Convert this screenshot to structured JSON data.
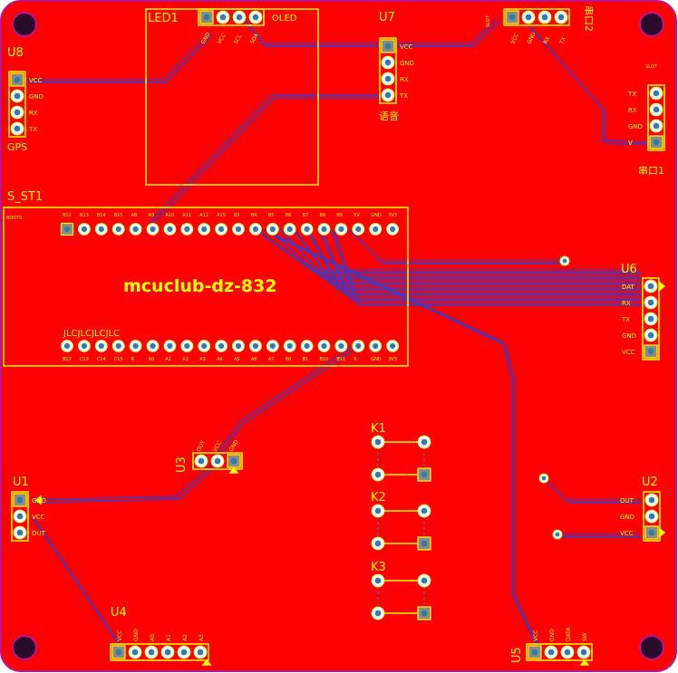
{
  "board": {
    "label": "mcuclub-dz-832",
    "silk_text": "JLCJLCJLCJLC",
    "colors": {
      "board_fill": "#ff0000",
      "board_outline": "#bb1590",
      "silkscreen": "#ffff00",
      "trace": "#3a3ac8",
      "pad_copper": "#ffffff",
      "pad_hole": "#2e7ea6",
      "mount_hole": "#2a0a2a"
    }
  },
  "components": {
    "led1": {
      "designator": "LED1",
      "title": "OLED",
      "pins": [
        "GND",
        "VCC",
        "SCL",
        "SDA"
      ]
    },
    "u7": {
      "designator": "U7",
      "name": "语音",
      "pins": [
        "VCC",
        "GND",
        "RX",
        "TX"
      ]
    },
    "u_serial2": {
      "name": "串口2",
      "mark": "SLOT",
      "pins": [
        "VCC",
        "GND",
        "RX",
        "TX"
      ]
    },
    "u_serial1": {
      "name": "串口1",
      "mark": "SLOT",
      "pins": [
        "TX",
        "RX",
        "GND",
        "V"
      ]
    },
    "u8": {
      "designator": "U8",
      "name": "GPS",
      "pins": [
        "VCC",
        "GND",
        "RX",
        "TX"
      ]
    },
    "s_st1": {
      "designator": "S_ST1",
      "top_left_text": "BOOT0",
      "top_pins": [
        "B12",
        "B13",
        "B14",
        "B15",
        "A8",
        "A9",
        "A10",
        "A11",
        "A12",
        "A15",
        "B3",
        "B4",
        "B5",
        "B6",
        "B7",
        "B8",
        "B9",
        "5V",
        "GND",
        "3V3"
      ],
      "bottom_pins": [
        "B12",
        "C13",
        "C14",
        "C15",
        "R",
        "A0",
        "A1",
        "A2",
        "A3",
        "A4",
        "A5",
        "A6",
        "A7",
        "B0",
        "B1",
        "B10",
        "B11",
        "R",
        "GND",
        "3V3"
      ]
    },
    "u6": {
      "designator": "U6",
      "pins": [
        "DAT",
        "RX",
        "TX",
        "GND",
        "VCC"
      ]
    },
    "u3": {
      "designator": "U3",
      "pins": [
        "OUT",
        "VCC",
        "GND"
      ]
    },
    "u1": {
      "designator": "U1",
      "pins": [
        "GND",
        "VCC",
        "OUT"
      ]
    },
    "u2": {
      "designator": "U2",
      "pins": [
        "OUT",
        "GND",
        "VCC"
      ]
    },
    "u4": {
      "designator": "U4",
      "pins": [
        "VCC",
        "GND",
        "A0",
        "A1",
        "A2",
        "A3"
      ]
    },
    "u5": {
      "designator": "U5",
      "pins": [
        "VCC",
        "GND",
        "DATA",
        "SW"
      ]
    },
    "keys": [
      {
        "designator": "K1"
      },
      {
        "designator": "K2"
      },
      {
        "designator": "K3"
      }
    ]
  }
}
